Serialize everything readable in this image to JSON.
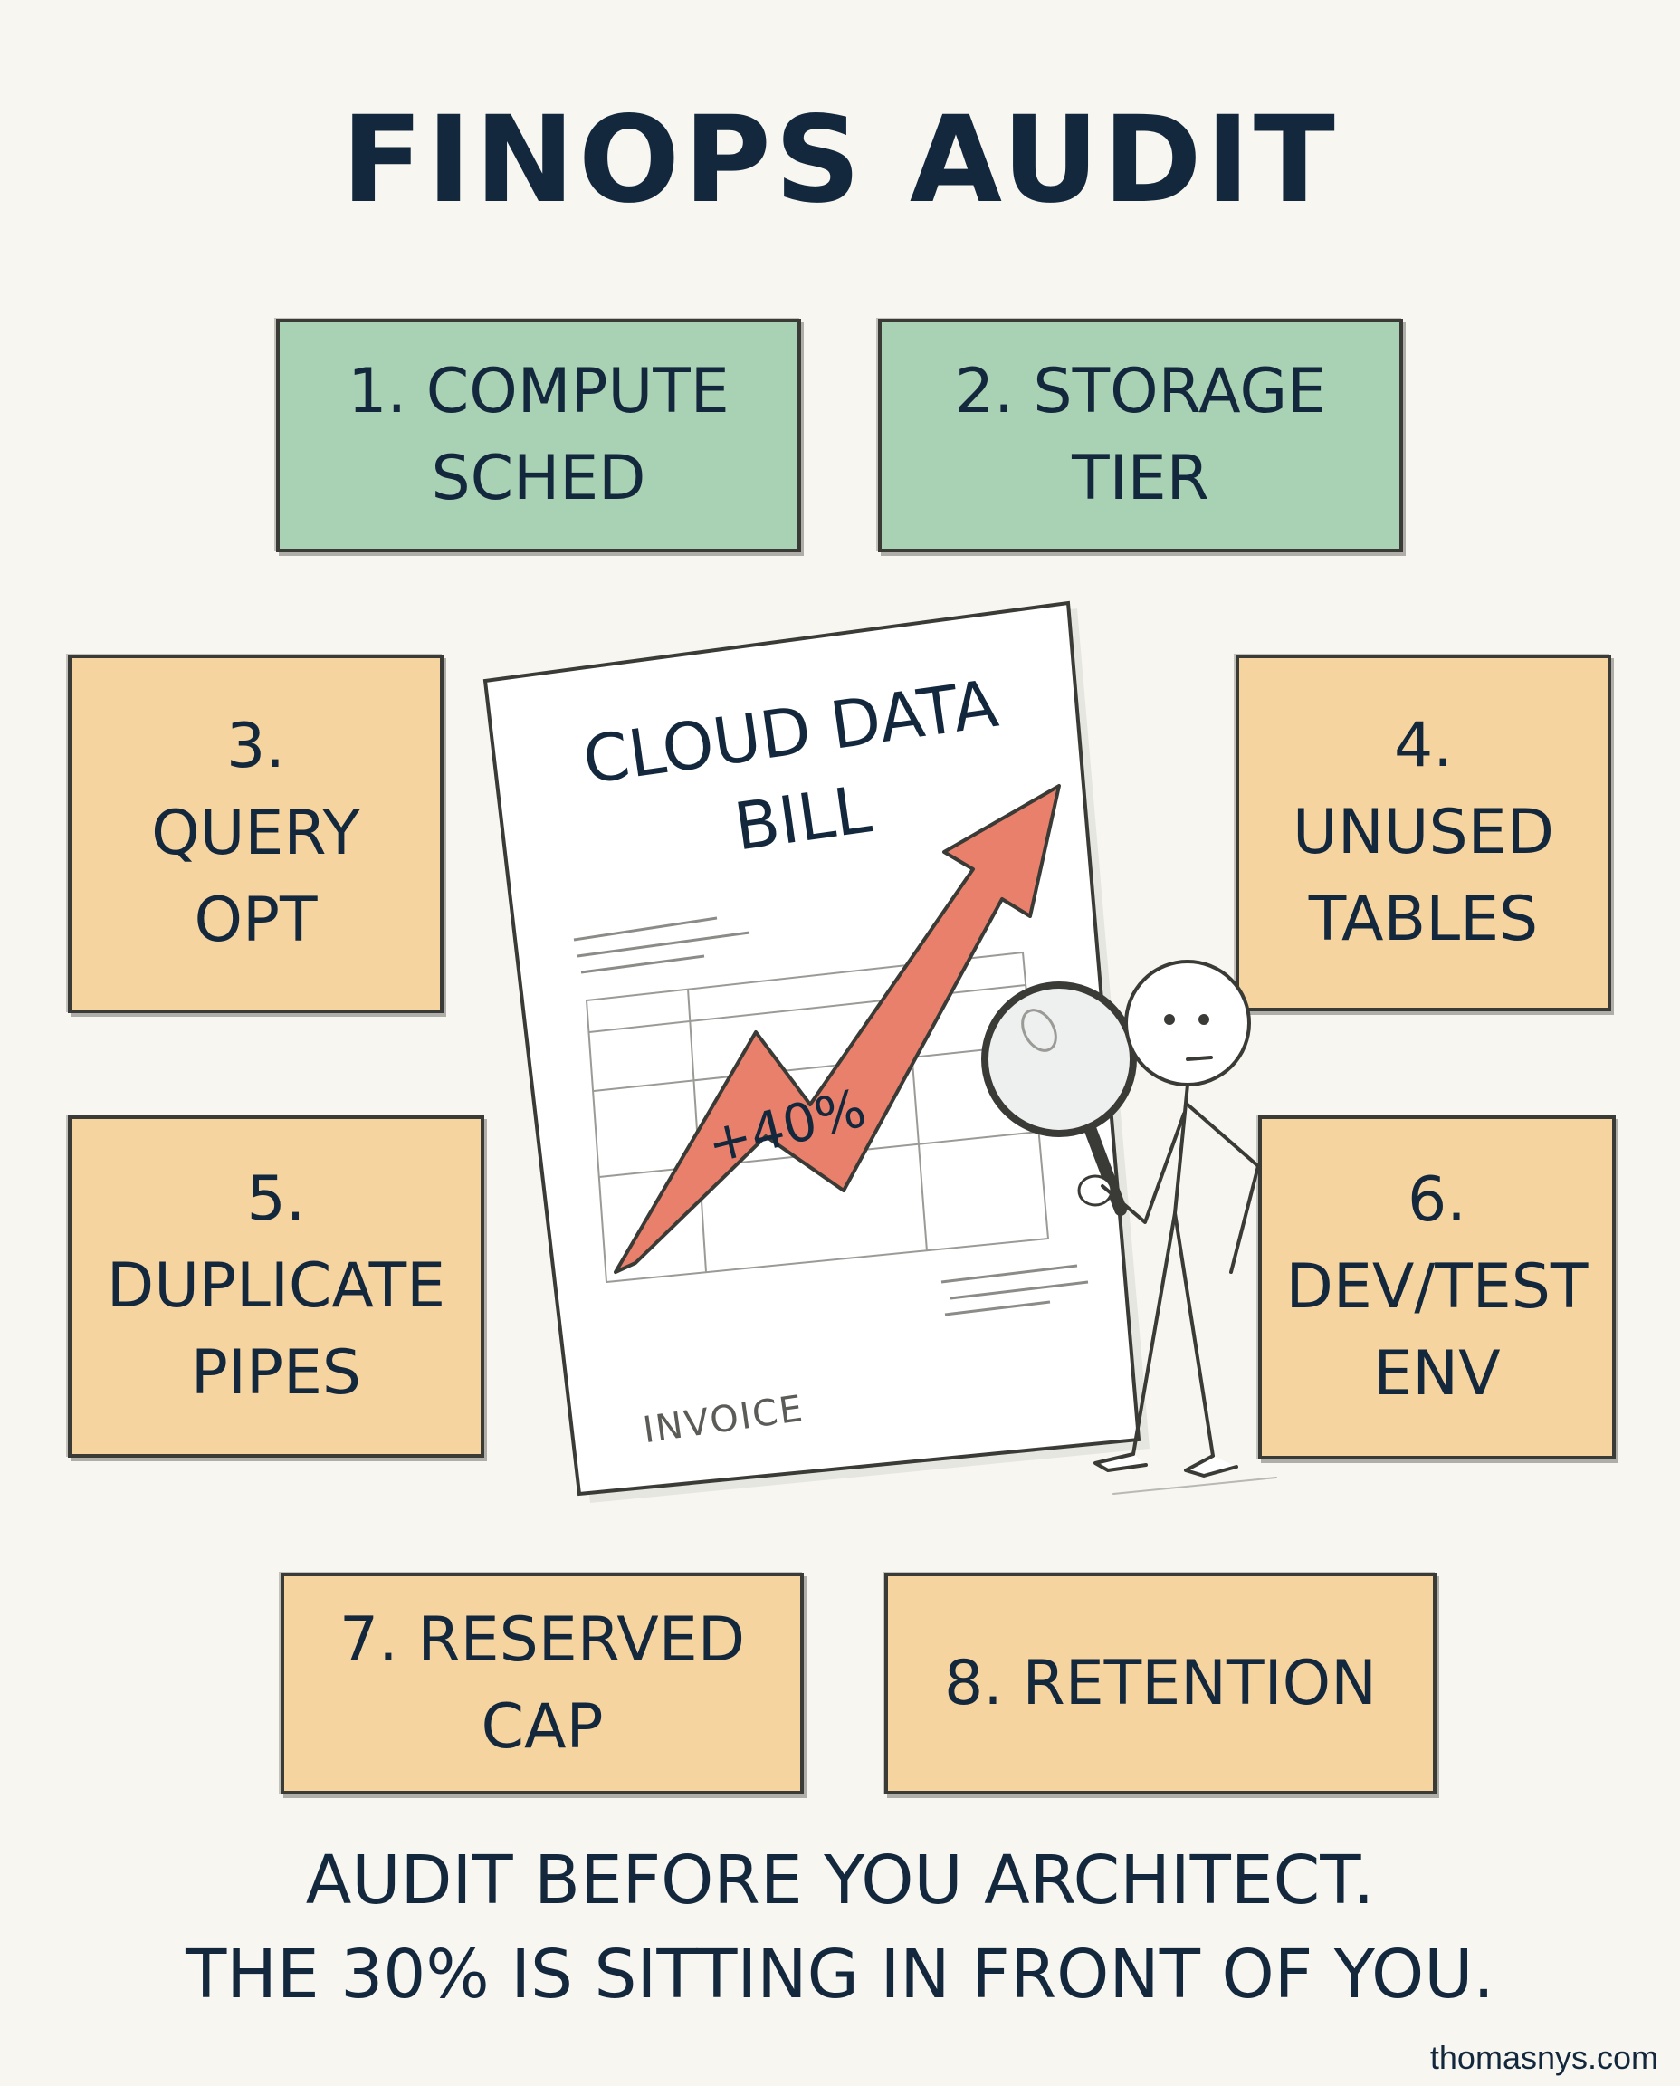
{
  "title": "FINOPS AUDIT",
  "items": [
    {
      "num": "1.",
      "line1": "COMPUTE",
      "line2": "SCHED",
      "color": "#a9d1b4"
    },
    {
      "num": "2.",
      "line1": "STORAGE",
      "line2": "TIER",
      "color": "#a9d1b4"
    },
    {
      "num": "3.",
      "line1": "QUERY",
      "line2": "OPT",
      "color": "#f6d49f"
    },
    {
      "num": "4.",
      "line1": "UNUSED",
      "line2": "TABLES",
      "color": "#f6d49f"
    },
    {
      "num": "5.",
      "line1": "DUPLICATE",
      "line2": "PIPES",
      "color": "#f6d49f"
    },
    {
      "num": "6.",
      "line1": "DEV/TEST",
      "line2": "ENV",
      "color": "#f6d49f"
    },
    {
      "num": "7.",
      "line1": "RESERVED",
      "line2": "CAP",
      "color": "#f6d49f"
    },
    {
      "num": "8.",
      "line1": "RETENTION",
      "line2": "",
      "color": "#f6d49f"
    }
  ],
  "bill": {
    "title_line1": "CLOUD DATA",
    "title_line2": "BILL",
    "change": "+40%",
    "footer": "INVOICE",
    "arrow_color": "#e8806c"
  },
  "footer": {
    "line1": "AUDIT BEFORE YOU ARCHITECT.",
    "line2": "THE 30% IS SITTING IN FRONT OF YOU."
  },
  "credit": "thomasnys.com",
  "icons": [
    "magnifying-glass-icon",
    "stick-figure-icon",
    "upward-arrow-icon"
  ]
}
